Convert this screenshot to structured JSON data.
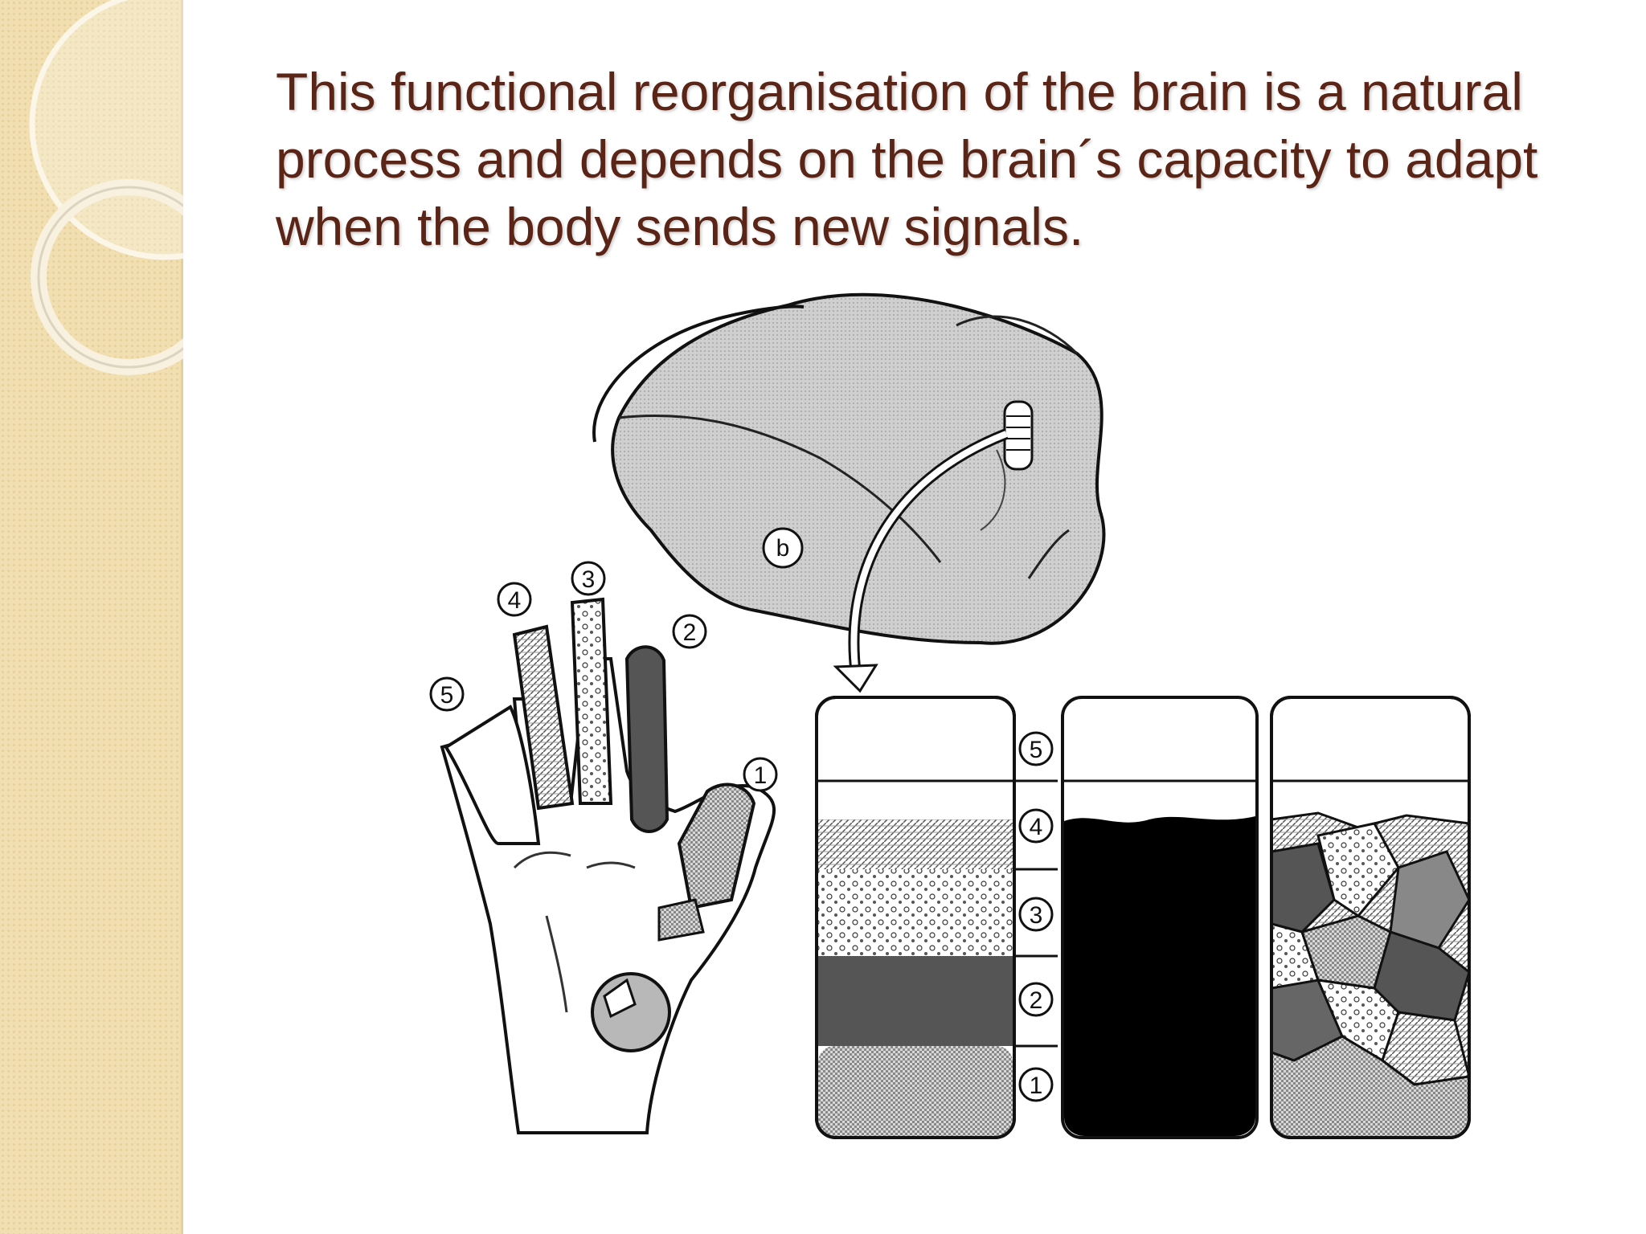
{
  "slide": {
    "title": "This functional reorganisation of the brain is a natural process and depends on the brain´s capacity to adapt when the body sends new signals."
  },
  "figure": {
    "brain_label": "b",
    "finger_labels": [
      "5",
      "4",
      "3",
      "2",
      "1"
    ],
    "cortex_labels": [
      "5",
      "4",
      "3",
      "2",
      "1"
    ],
    "colors": {
      "title": "#5a2416",
      "sidebar": "#f1dfb1",
      "brain": "#cfcfcf",
      "dark": "#555555",
      "black": "#000000"
    }
  }
}
